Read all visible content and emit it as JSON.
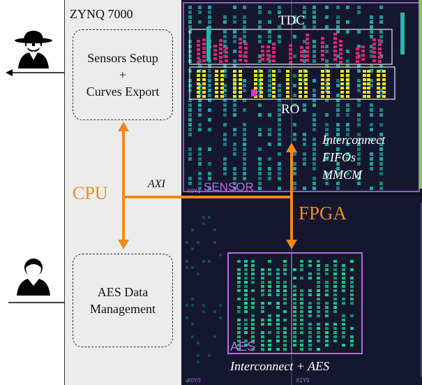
{
  "ps": {
    "title": "ZYNQ 7000",
    "sensors_box": {
      "line1": "Sensors Setup",
      "line2": "+",
      "line3": "Curves Export"
    },
    "aes_box": {
      "line1": "AES Data",
      "line2": "Management"
    },
    "cpu_label": "CPU",
    "axi_label": "AXI"
  },
  "fpga": {
    "fpga_label": "FPGA",
    "tdc_label": "TDC",
    "ro_label": "RO",
    "sensor_region_label": "SENSOR",
    "interconnect_label": {
      "line1": "Interconnect",
      "line2": "FIFOs",
      "line3": "MMCM"
    },
    "aes_region_label": "AES",
    "aes_interconnect_label": "Interconnect + AES",
    "tile_labels": {
      "top_left": "X0Y1",
      "bottom_left": "X0Y0",
      "bottom_mid": "X1Y0"
    }
  },
  "icons": {
    "attacker": "spy-icon",
    "user": "user-icon"
  },
  "colors": {
    "orange": "#f0891d",
    "purple": "#b56ee6",
    "tdc": "#e0236e",
    "ro": "#f2e41b",
    "logic": "#1fb5b0",
    "aes": "#22d68f"
  }
}
